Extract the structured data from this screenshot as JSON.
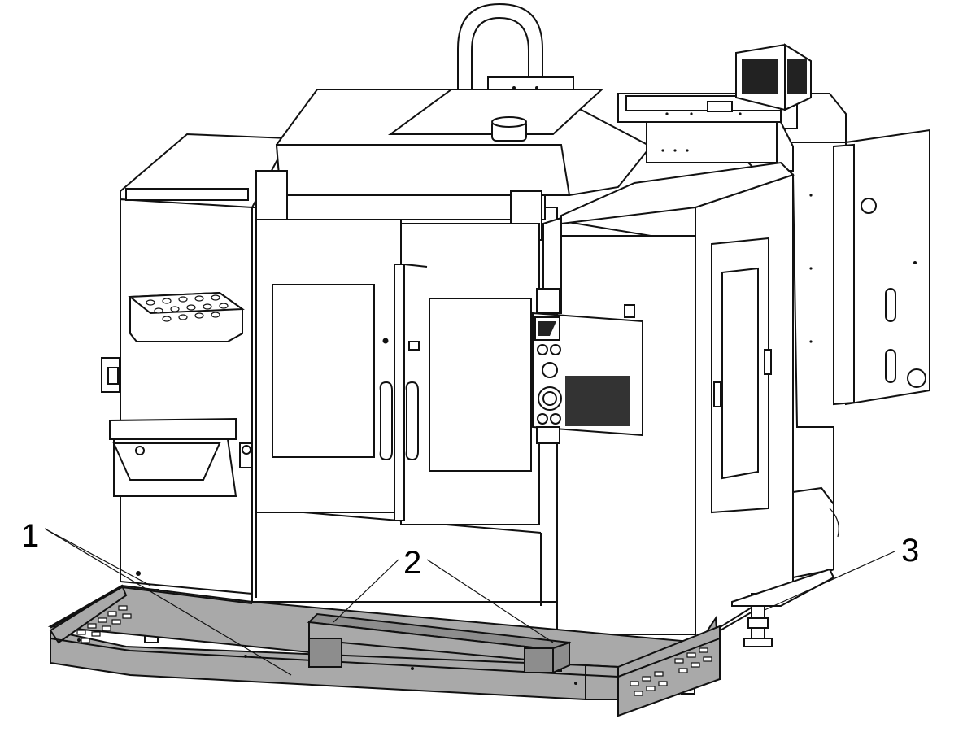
{
  "diagram": {
    "subject": "machine-with-leveling-frame",
    "callouts": [
      {
        "id": "1",
        "label": "1"
      },
      {
        "id": "2",
        "label": "2"
      },
      {
        "id": "3",
        "label": "3"
      }
    ],
    "colors": {
      "line": "#111111",
      "body": "#ffffff",
      "frame": "#a9a9a9",
      "block": "#9a9a9a"
    }
  }
}
